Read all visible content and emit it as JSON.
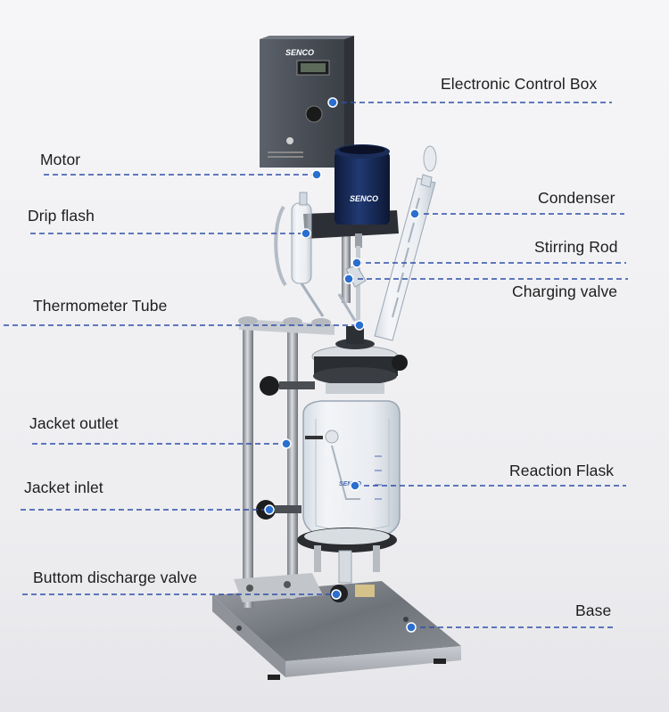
{
  "brand": "SENCO",
  "colors": {
    "leader_line": "#2f4fa8",
    "dot": "#2a6fcf",
    "text": "#1d1d1d",
    "background": "#f4f4f6"
  },
  "labels": {
    "electronic_control_box": "Electronic Control Box",
    "motor": "Motor",
    "condenser": "Condenser",
    "drip_flash": "Drip flash",
    "stirring_rod": "Stirring Rod",
    "charging_valve": "Charging valve",
    "thermometer_tube": "Thermometer Tube",
    "jacket_outlet": "Jacket outlet",
    "reaction_flask": "Reaction Flask",
    "jacket_inlet": "Jacket inlet",
    "buttom_discharge_valve": "Buttom discharge valve",
    "base": "Base"
  }
}
